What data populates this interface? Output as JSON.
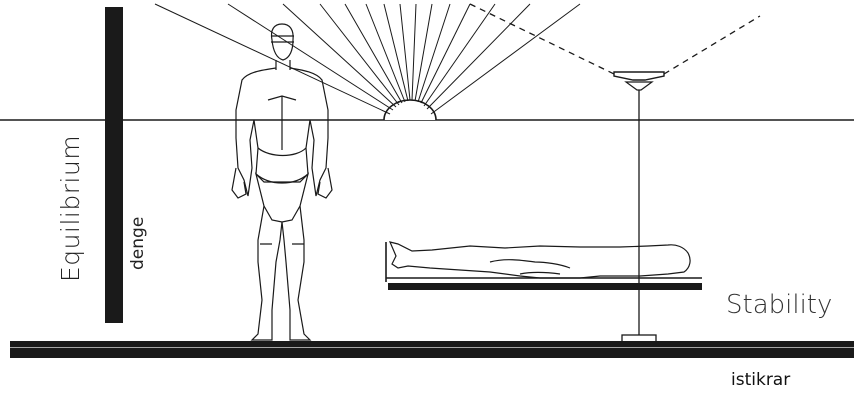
{
  "labels": {
    "equilibrium": "Equilibrium",
    "denge": "denge",
    "stability": "Stability",
    "istikrar": "istikrar"
  },
  "colors": {
    "ink": "#1a1a1a",
    "paper": "#ffffff"
  },
  "figures": [
    "standing-man",
    "lying-man",
    "rising-sun",
    "tripod-lamp"
  ]
}
